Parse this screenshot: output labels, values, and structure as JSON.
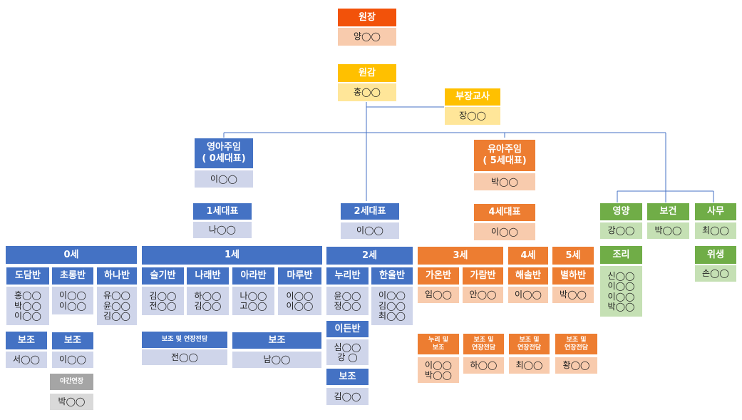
{
  "director": {
    "title": "원장",
    "name": "양◯◯"
  },
  "vice_director": {
    "title": "원감",
    "name": "홍◯◯"
  },
  "head_teacher": {
    "title": "부장교사",
    "name": "장◯◯"
  },
  "infant_lead": {
    "title": "영아주임\n( 0세대표)",
    "name": "이◯◯"
  },
  "kinder_lead": {
    "title": "유아주임\n( 5세대표)",
    "name": "박◯◯"
  },
  "rep_1": {
    "title": "1세대표",
    "name": "나◯◯"
  },
  "rep_2": {
    "title": "2세대표",
    "name": "이◯◯"
  },
  "rep_4": {
    "title": "4세대표",
    "name": "이◯◯"
  },
  "staff": {
    "nutrition": {
      "title": "영양",
      "name": "강◯◯"
    },
    "health": {
      "title": "보건",
      "name": "박◯◯"
    },
    "office": {
      "title": "사무",
      "name": "최◯◯"
    },
    "cook": {
      "title": "조리",
      "name": "신◯◯\n이◯◯\n이◯◯\n박◯◯"
    },
    "hygiene": {
      "title": "위생",
      "name": "손◯◯"
    }
  },
  "age_0": {
    "title": "0세",
    "classes": [
      {
        "name": "도담반",
        "teachers": "홍◯◯\n박◯◯\n이◯◯"
      },
      {
        "name": "초롱반",
        "teachers": "이◯◯\n이◯◯"
      },
      {
        "name": "하나반",
        "teachers": "유◯◯\n윤◯◯\n김◯◯"
      }
    ],
    "assist1": {
      "title": "보조",
      "name": "서◯◯"
    },
    "assist2": {
      "title": "보조",
      "name": "이◯◯"
    },
    "night": {
      "title": "야간연장",
      "name": "박◯◯"
    }
  },
  "age_1": {
    "title": "1세",
    "classes": [
      {
        "name": "슬기반",
        "teachers": "김◯◯\n전◯◯"
      },
      {
        "name": "나래반",
        "teachers": "하◯◯\n김◯◯"
      },
      {
        "name": "아라반",
        "teachers": "나◯◯\n고◯◯"
      },
      {
        "name": "마루반",
        "teachers": "이◯◯\n이◯◯"
      }
    ],
    "assist1": {
      "title": "보조 및 연장전담",
      "name": "전◯◯"
    },
    "assist2": {
      "title": "보조",
      "name": "남◯◯"
    }
  },
  "age_2": {
    "title": "2세",
    "classes": [
      {
        "name": "누리반",
        "teachers": "윤◯◯\n정◯◯"
      },
      {
        "name": "한울반",
        "teachers": "이◯◯\n김◯◯\n최◯◯"
      },
      {
        "name": "이든반",
        "teachers": "심◯◯\n강   ◯"
      }
    ],
    "assist": {
      "title": "보조",
      "name": "김◯◯"
    }
  },
  "age_3": {
    "title": "3세",
    "classes": [
      {
        "name": "가온반",
        "teachers": "임◯◯"
      },
      {
        "name": "가람반",
        "teachers": "안◯◯"
      }
    ]
  },
  "age_4": {
    "title": "4세",
    "classes": [
      {
        "name": "해솔반",
        "teachers": "이◯◯"
      }
    ]
  },
  "age_5": {
    "title": "5세",
    "classes": [
      {
        "name": "별하반",
        "teachers": "박◯◯"
      }
    ]
  },
  "kinder_assist": [
    {
      "title": "누리 및\n보조",
      "name": "이◯◯\n박◯◯"
    },
    {
      "title": "보조 및\n연장전담",
      "name": "하◯◯"
    },
    {
      "title": "보조 및\n연장전담",
      "name": "최◯◯"
    },
    {
      "title": "보조 및\n연장전담",
      "name": "황◯◯"
    }
  ],
  "colors": {
    "infant": "#4472C4",
    "kinder": "#ED7D31",
    "staff": "#70AD47",
    "director": "#F2520A",
    "vice": "#FFC000"
  }
}
